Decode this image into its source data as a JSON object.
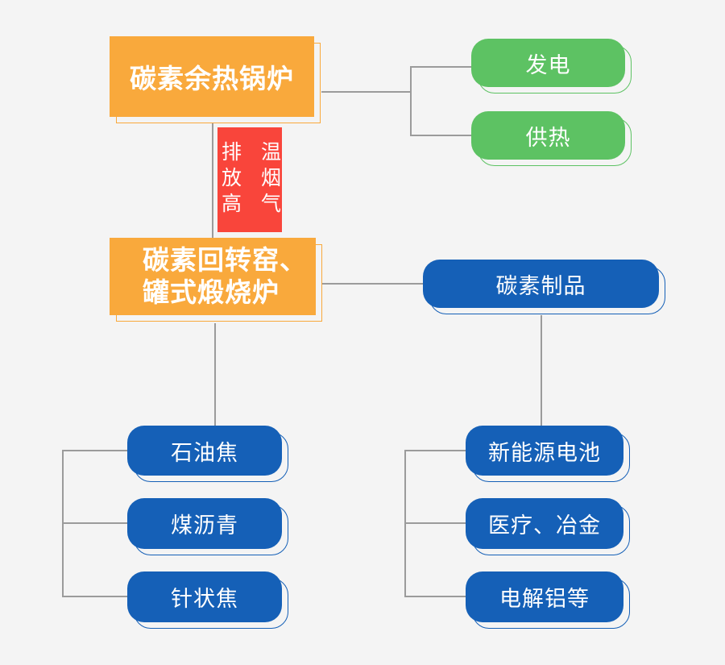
{
  "diagram": {
    "colors": {
      "background": "#f4f4f4",
      "orange": "#f9a93c",
      "green": "#5dc263",
      "blue": "#1560b7",
      "red": "#f9453b",
      "connector_gray": "#9b9b9b",
      "text_white": "#ffffff"
    },
    "nodes": {
      "waste_heat_boiler": {
        "label": "碳素余热锅炉"
      },
      "exhaust_gas": {
        "left_column": "排放高",
        "right_column": "温烟气"
      },
      "rotary_kiln": {
        "line1": "碳素回转窑、",
        "line2": "罐式煅烧炉"
      },
      "power_generation": {
        "label": "发电"
      },
      "heat_supply": {
        "label": "供热"
      },
      "carbon_products": {
        "label": "碳素制品"
      },
      "petroleum_coke": {
        "label": "石油焦"
      },
      "coal_pitch": {
        "label": "煤沥青"
      },
      "needle_coke": {
        "label": "针状焦"
      },
      "new_energy_battery": {
        "label": "新能源电池"
      },
      "medical_metallurgy": {
        "label": "医疗、冶金"
      },
      "electrolytic_aluminum": {
        "label": "电解铝等"
      }
    }
  }
}
